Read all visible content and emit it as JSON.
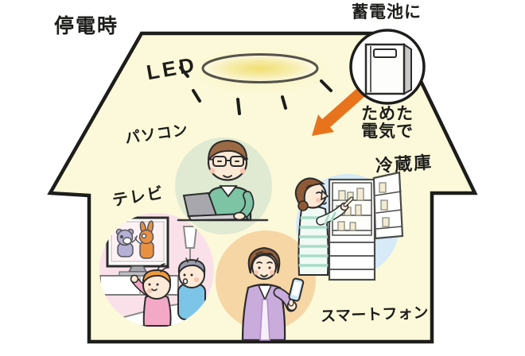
{
  "illustration": {
    "title": "停電時",
    "battery": {
      "label": "蓄電池に",
      "caption_line1": "ためた",
      "caption_line2": "電気で"
    },
    "appliances": {
      "led": "LED",
      "pc": "パソコン",
      "tv": "テレビ",
      "fridge": "冷蔵庫",
      "smartphone": "スマートフォン"
    }
  },
  "colors": {
    "house-fill": "#fbf9d9",
    "ink": "#1d1d1b",
    "arrow": "#e8731d",
    "circle-pc": "#e0ead2",
    "circle-tv": "#fae1e9",
    "circle-fridge": "#d6eaf7",
    "circle-phone": "#f7d6a5",
    "light-core": "#f1df72",
    "light-edge": "#fdfae6"
  }
}
